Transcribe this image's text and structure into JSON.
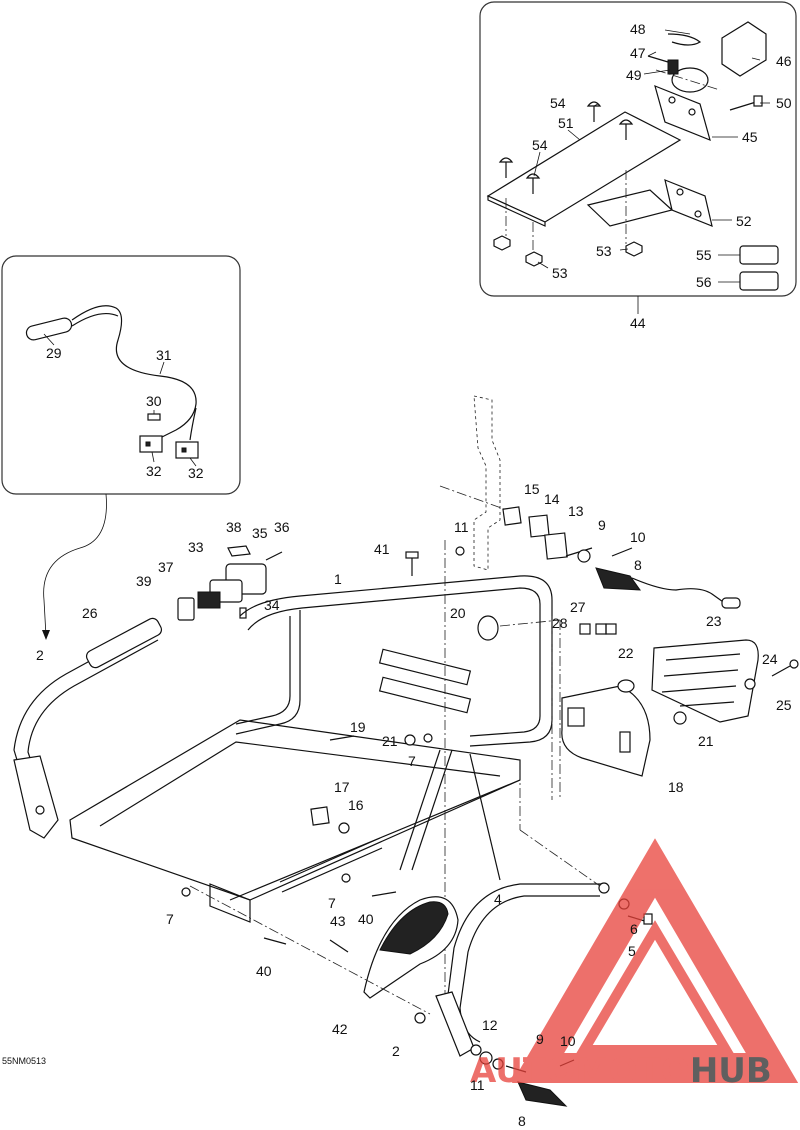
{
  "diagram_code": "55NM0513",
  "callouts": {
    "c1": "1",
    "c2a": "2",
    "c2b": "2",
    "c4": "4",
    "c5": "5",
    "c6": "6",
    "c7a": "7",
    "c7b": "7",
    "c7c": "7",
    "c8a": "8",
    "c8b": "8",
    "c9a": "9",
    "c9b": "9",
    "c10a": "10",
    "c10b": "10",
    "c11a": "11",
    "c11b": "11",
    "c12": "12",
    "c13": "13",
    "c14": "14",
    "c15": "15",
    "c16": "16",
    "c17": "17",
    "c18": "18",
    "c19": "19",
    "c20": "20",
    "c21a": "21",
    "c21b": "21",
    "c22": "22",
    "c23": "23",
    "c24": "24",
    "c25": "25",
    "c26": "26",
    "c27": "27",
    "c28": "28",
    "c29": "29",
    "c30": "30",
    "c31": "31",
    "c32a": "32",
    "c32b": "32",
    "c33": "33",
    "c34": "34",
    "c35": "35",
    "c36": "36",
    "c37": "37",
    "c38": "38",
    "c39": "39",
    "c40a": "40",
    "c40b": "40",
    "c41": "41",
    "c42": "42",
    "c43": "43",
    "c44": "44",
    "c45": "45",
    "c46": "46",
    "c47": "47",
    "c48": "48",
    "c49": "49",
    "c50": "50",
    "c51": "51",
    "c52": "52",
    "c53a": "53",
    "c53b": "53",
    "c54a": "54",
    "c54b": "54",
    "c55": "55",
    "c56": "56"
  },
  "watermark": {
    "part1": "AUTOMOTO",
    "part2": "HUB",
    "color_primary": "#e8413a",
    "color_secondary": "#f2c23a",
    "color_dark": "#2a2a2a"
  }
}
